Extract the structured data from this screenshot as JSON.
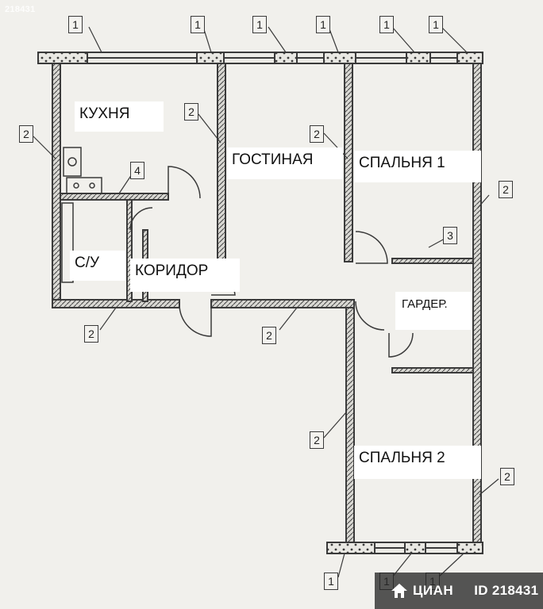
{
  "watermark_text": "218431",
  "rooms": {
    "kitchen": "КУХНЯ",
    "living": "ГОСТИНАЯ",
    "bedroom1": "СПАЛЬНЯ 1",
    "bathroom": "С/У",
    "corridor": "КОРИДОР",
    "wardrobe": "ГАРДЕР.",
    "bedroom2": "СПАЛЬНЯ 2"
  },
  "callouts": {
    "one": "1",
    "two": "2",
    "three": "3",
    "four": "4"
  },
  "brand": {
    "name": "ЦИАН",
    "listing_id": "ID 218431",
    "logo_icon": "cian-house-icon"
  },
  "colors": {
    "paper": "#f1f0ec",
    "line": "#3a3a3a",
    "label_bg": "#ffffff"
  }
}
